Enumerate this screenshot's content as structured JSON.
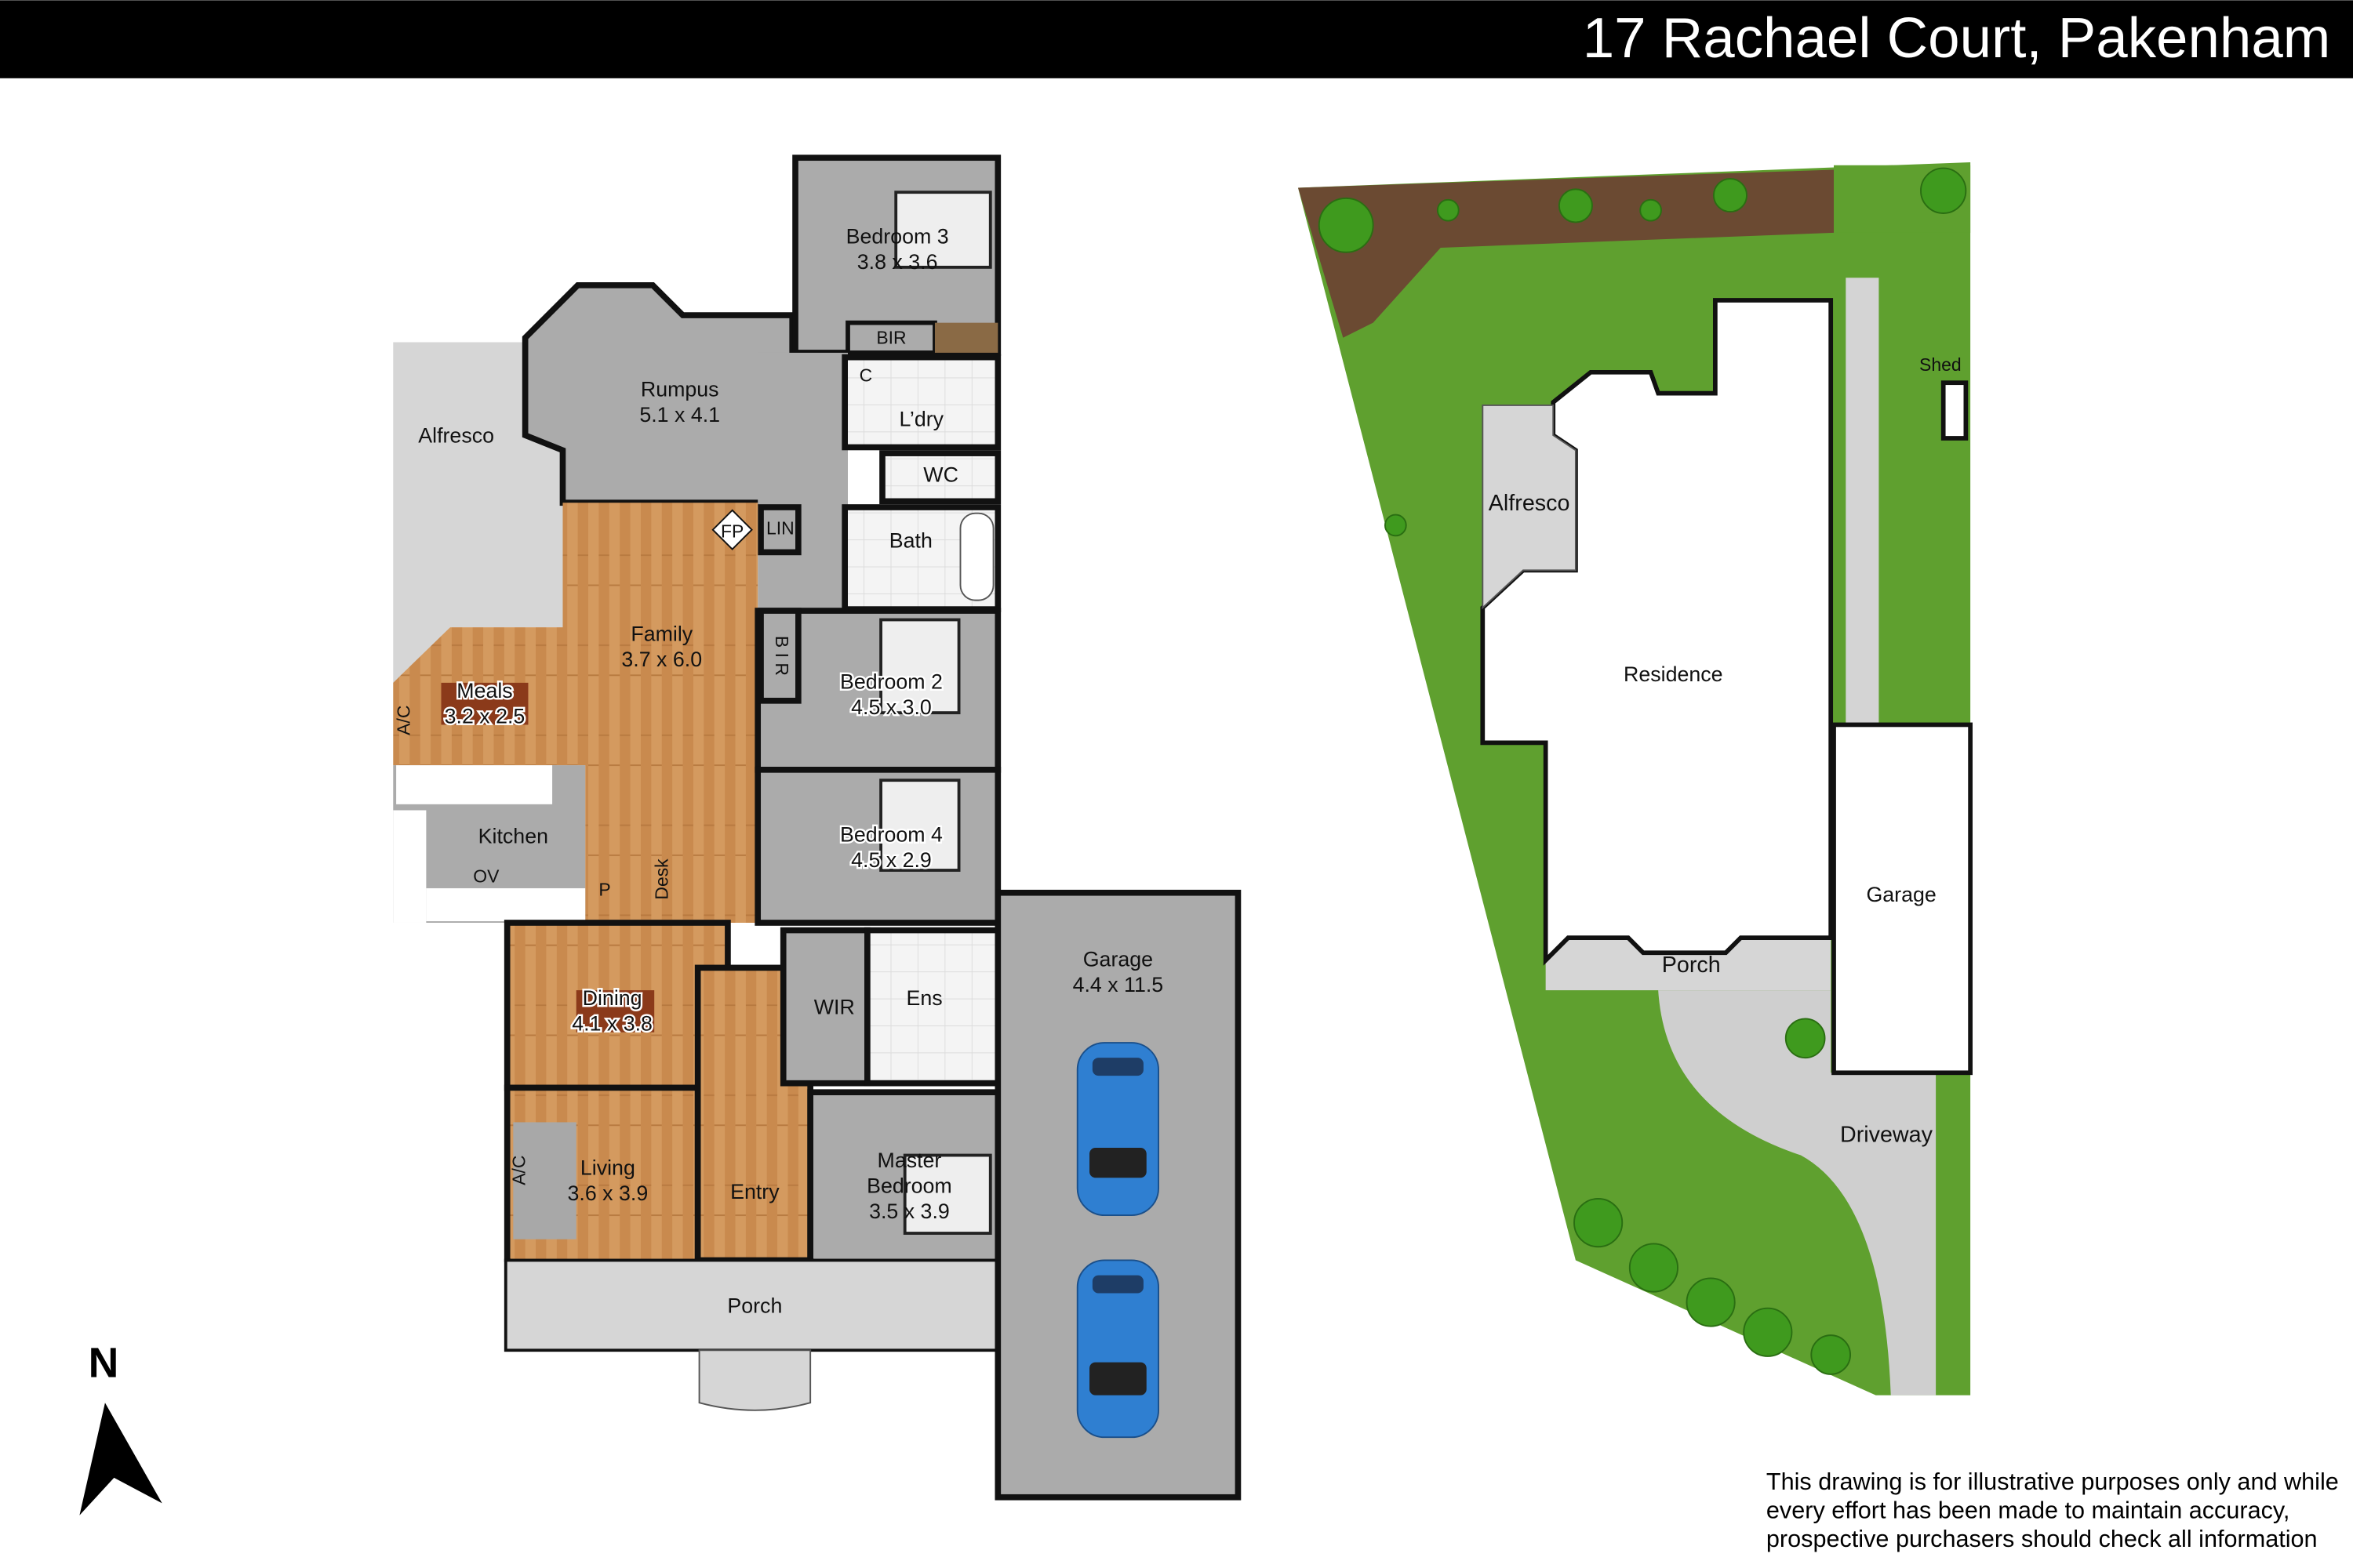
{
  "header": {
    "title": "17 Rachael Court, Pakenham"
  },
  "floor_plan": {
    "rooms": {
      "bedroom3": {
        "name": "Bedroom 3",
        "size": "3.8 x 3.6"
      },
      "rumpus": {
        "name": "Rumpus",
        "size": "5.1 x 4.1"
      },
      "alfresco": {
        "name": "Alfresco"
      },
      "bir_top": {
        "name": "BIR"
      },
      "cupboard": {
        "name": "C"
      },
      "laundry": {
        "name": "L’dry"
      },
      "wc": {
        "name": "WC"
      },
      "linen": {
        "name": "LIN"
      },
      "fireplace": {
        "name": "FP"
      },
      "bath": {
        "name": "Bath"
      },
      "family": {
        "name": "Family",
        "size": "3.7 x 6.0"
      },
      "bir_side": {
        "name": "B I R"
      },
      "bedroom2": {
        "name": "Bedroom 2",
        "size": "4.5 x 3.0"
      },
      "meals": {
        "name": "Meals",
        "size": "3.2 x 2.5"
      },
      "ac_meals": {
        "name": "A/C"
      },
      "kitchen": {
        "name": "Kitchen"
      },
      "oven": {
        "name": "OV"
      },
      "pantry": {
        "name": "P"
      },
      "desk": {
        "name": "Desk"
      },
      "bedroom4": {
        "name": "Bedroom 4",
        "size": "4.5 x 2.9"
      },
      "garage": {
        "name": "Garage",
        "size": "4.4 x 11.5"
      },
      "wir": {
        "name": "WIR"
      },
      "ensuite": {
        "name": "Ens"
      },
      "dining": {
        "name": "Dining",
        "size": "4.1 x 3.8"
      },
      "living": {
        "name": "Living",
        "size": "3.6 x 3.9"
      },
      "ac_living": {
        "name": "A/C"
      },
      "entry": {
        "name": "Entry"
      },
      "master": {
        "name": "Master",
        "name2": "Bedroom",
        "size": "3.5 x 3.9"
      },
      "porch": {
        "name": "Porch"
      }
    }
  },
  "compass": {
    "label": "N"
  },
  "site_plan": {
    "labels": {
      "alfresco": "Alfresco",
      "residence": "Residence",
      "shed": "Shed",
      "garage": "Garage",
      "porch": "Porch",
      "driveway": "Driveway"
    }
  },
  "disclaimer": {
    "line1": "This drawing is for illustrative purposes only and while",
    "line2": "every effort has been made to maintain accuracy,",
    "line3": "prospective purchasers should check all information"
  },
  "colors": {
    "wood": "#c98a4e",
    "room_gray": "#ababab",
    "grass": "#5fa02f",
    "car": "#2f7fd1"
  }
}
